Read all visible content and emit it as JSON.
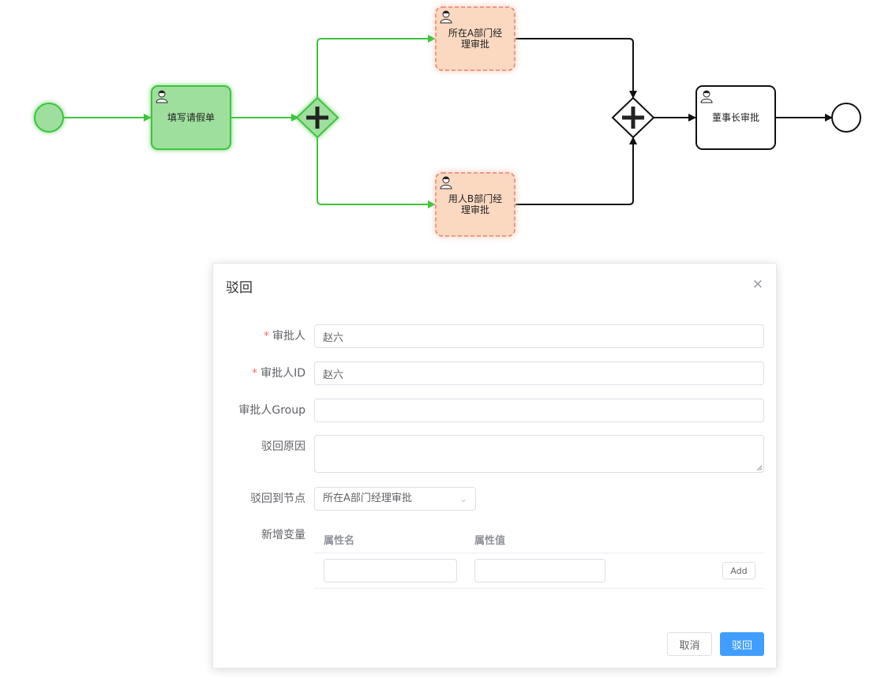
{
  "diagram": {
    "nodes": {
      "fill_form": {
        "line1": "填写请假单",
        "line2": ""
      },
      "task_a": {
        "line1": "所在A部门经",
        "line2": "理审批"
      },
      "task_b": {
        "line1": "用人B部门经",
        "line2": "理审批"
      },
      "chairman": {
        "line1": "董事长审批",
        "line2": ""
      }
    },
    "colors": {
      "completed": "#3cc43c",
      "completed_fill": "#9edf9e",
      "active_border": "#e88070",
      "active_fill": "#fbd8c0",
      "pending": "#111111"
    }
  },
  "dialog": {
    "title": "驳回",
    "close_icon": "×",
    "fields": {
      "approver": {
        "label": "审批人",
        "required_mark": "*",
        "value": "赵六"
      },
      "approver_id": {
        "label": "审批人ID",
        "required_mark": "*",
        "value": "赵六"
      },
      "approver_group": {
        "label": "审批人Group",
        "value": ""
      },
      "reason": {
        "label": "驳回原因",
        "value": ""
      },
      "target_node": {
        "label": "驳回到节点",
        "value": "所在A部门经理审批"
      }
    },
    "variables": {
      "label": "新增变量",
      "col_name": "属性名",
      "col_value": "属性值",
      "add_label": "Add"
    },
    "buttons": {
      "cancel": "取消",
      "confirm": "驳回"
    },
    "primary_color": "#409eff"
  }
}
